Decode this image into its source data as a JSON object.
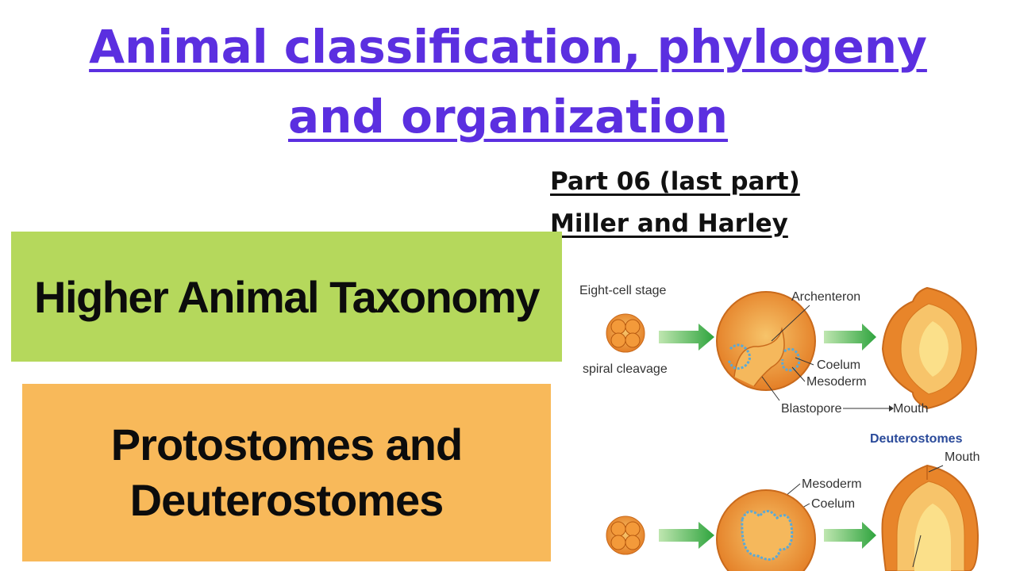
{
  "title": {
    "line1": "Animal classification, phylogeny",
    "line2": "and organization"
  },
  "part": {
    "line1": "Part 06 (last part)",
    "line2": "Miller and Harley"
  },
  "boxes": {
    "green": {
      "label": "Higher Animal Taxonomy",
      "color": "#b5d85c"
    },
    "orange": {
      "line1": "Protostomes and",
      "line2": "Deuterostomes",
      "color": "#f8b95a"
    }
  },
  "diagram": {
    "labels": {
      "eight_cell": "Eight-cell stage",
      "spiral": "spiral cleavage",
      "archenteron": "Archenteron",
      "coelum1": "Coelum",
      "mesoderm1": "Mesoderm",
      "blastopore": "Blastopore",
      "mouth1": "Mouth",
      "deuterostomes": "Deuterostomes",
      "mouth2": "Mouth",
      "mesoderm2": "Mesoderm",
      "coelum2": "Coelum"
    },
    "colors": {
      "embryo": "#e8852a",
      "arrow": "#3fb24a",
      "coelum": "#5aa9d6"
    }
  }
}
